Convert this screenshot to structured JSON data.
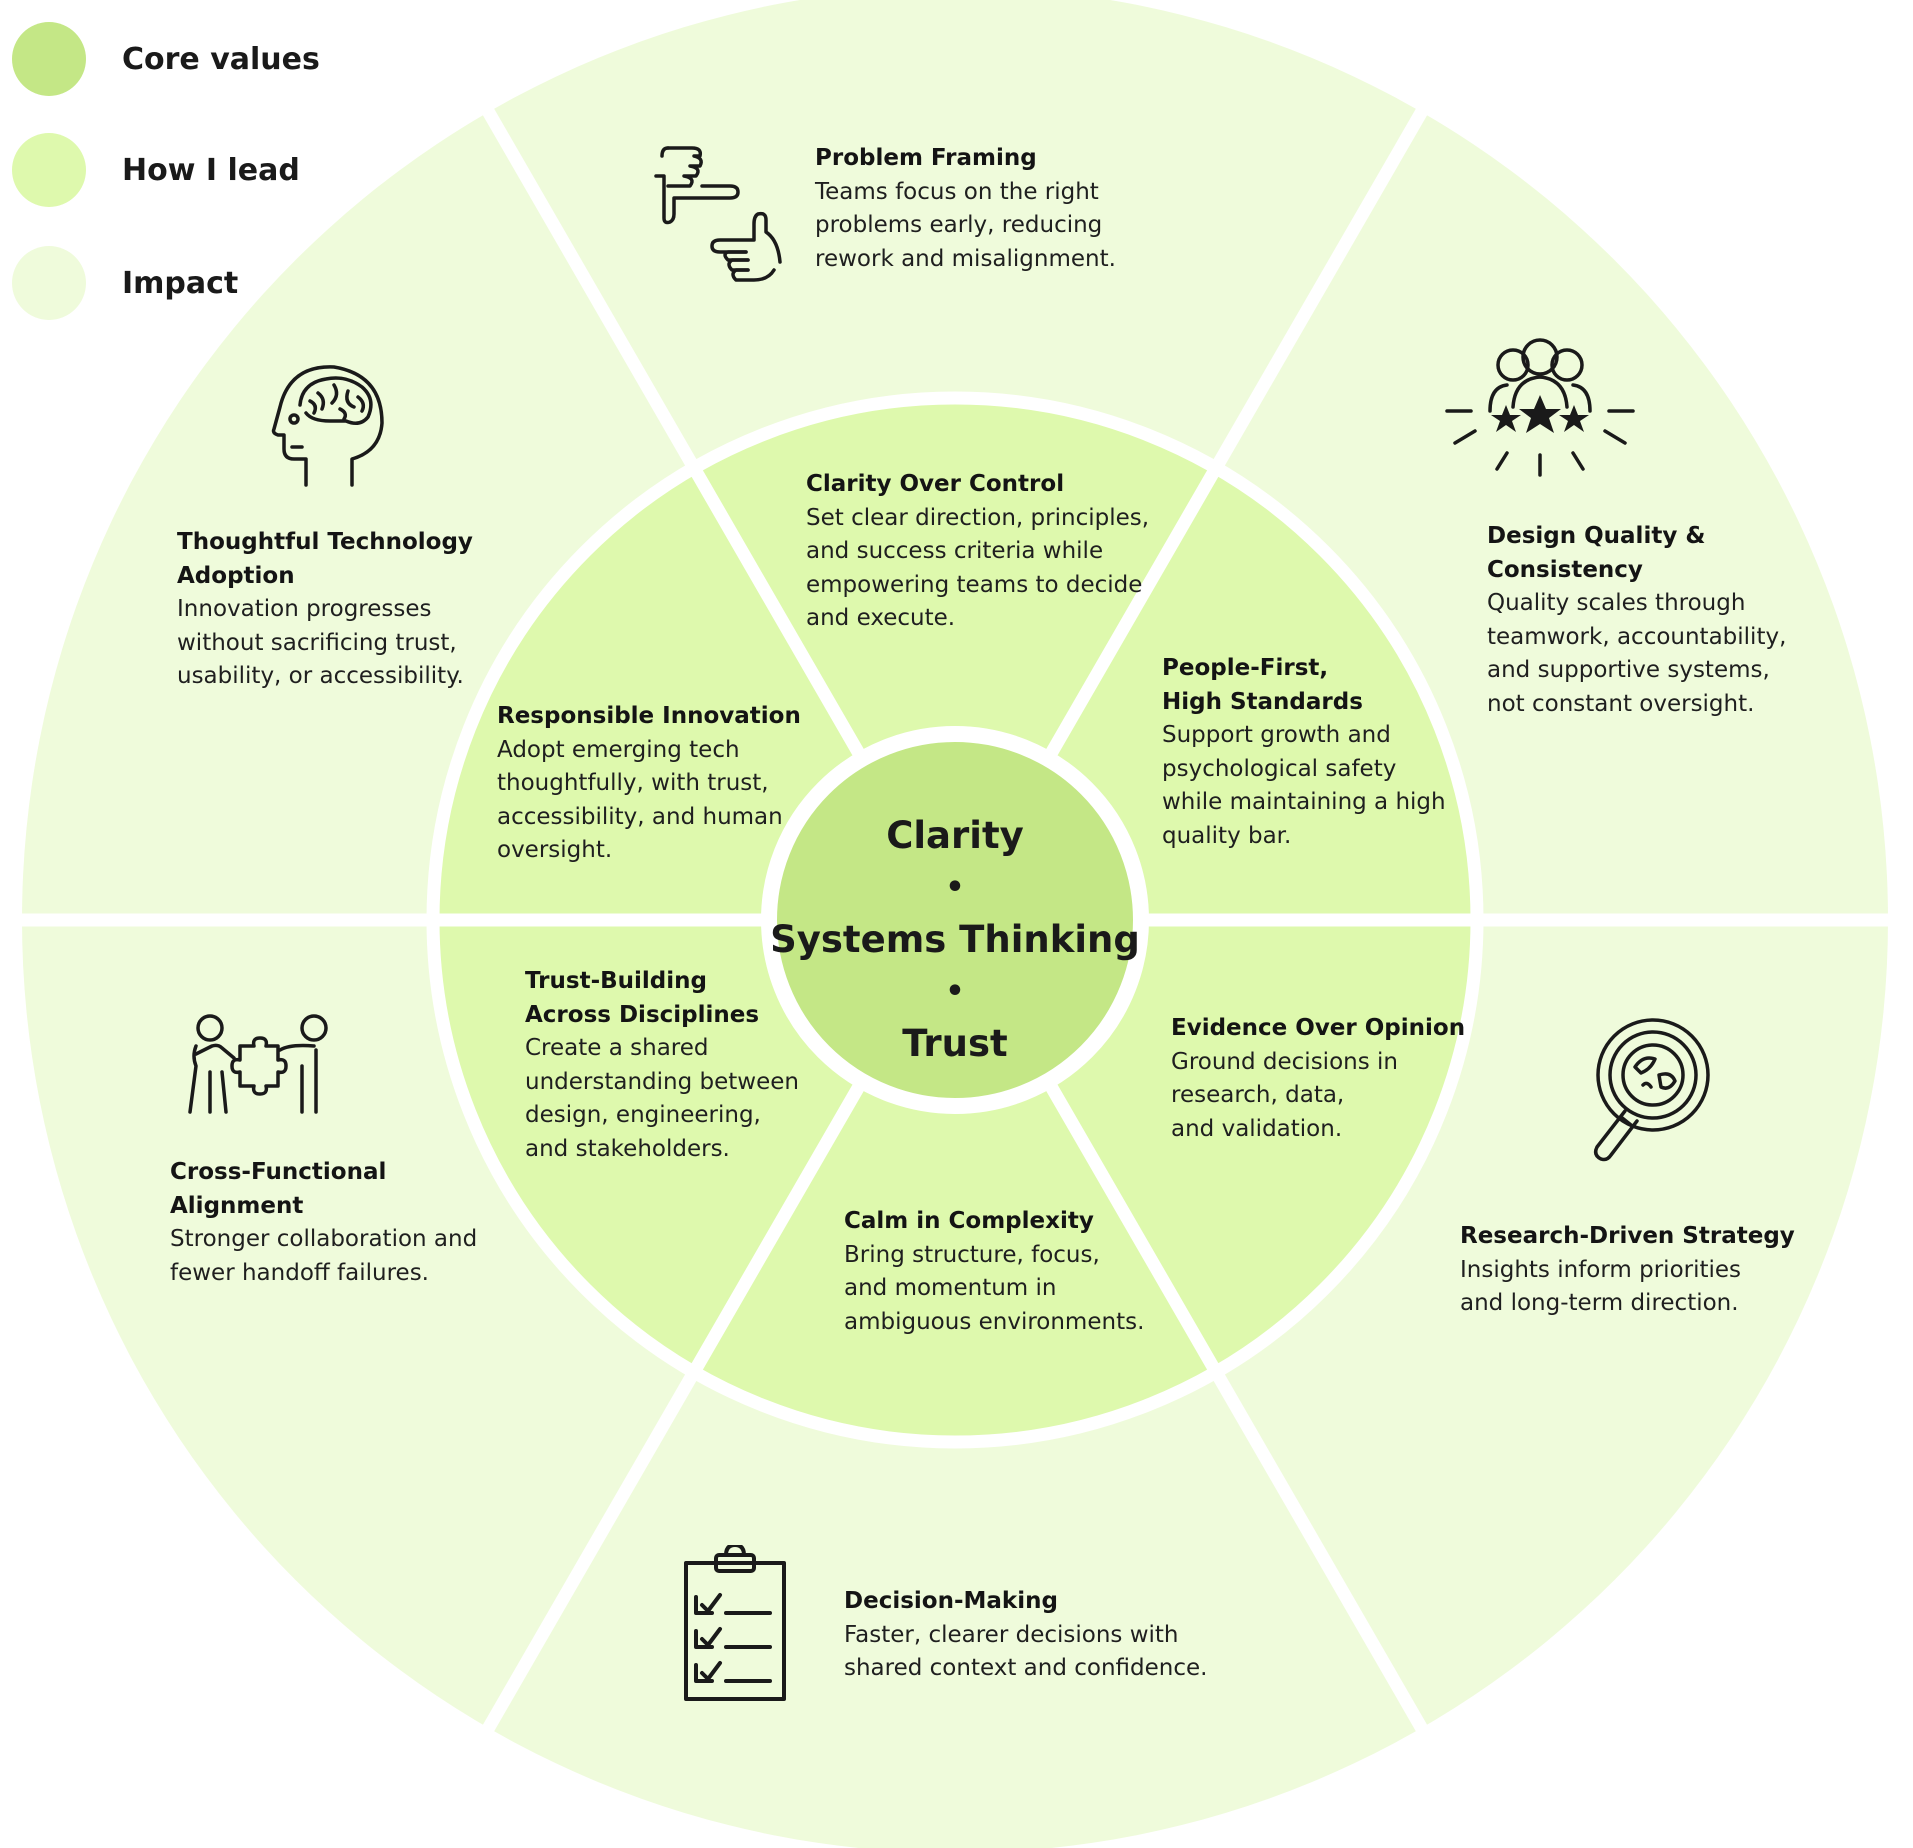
{
  "colors": {
    "core": "#c4e786",
    "lead": "#def9ad",
    "impact": "#effbdb",
    "divider": "#ffffff",
    "ink": "#1a1a1a"
  },
  "legend": [
    {
      "label": "Core values",
      "color": "#c4e786"
    },
    {
      "label": "How I lead",
      "color": "#def9ad"
    },
    {
      "label": "Impact",
      "color": "#effbdb"
    }
  ],
  "center": {
    "line1": "Clarity",
    "sep": "•",
    "line2": "Systems Thinking",
    "line3": "Trust"
  },
  "how_i_lead": {
    "clarity": {
      "title": "Clarity Over Control",
      "text": "Set clear direction, principles,\nand success criteria while\nempowering teams to decide\nand execute."
    },
    "people": {
      "title": "People-First,\nHigh Standards",
      "text": "Support growth and\npsychological safety\nwhile maintaining a high\nquality bar."
    },
    "evidence": {
      "title": "Evidence Over Opinion",
      "text": "Ground decisions in\nresearch, data,\nand validation."
    },
    "calm": {
      "title": "Calm in Complexity",
      "text": "Bring structure, focus,\nand momentum in\nambiguous environments."
    },
    "trust": {
      "title": "Trust-Building\nAcross Disciplines",
      "text": "Create a shared\nunderstanding between\ndesign, engineering,\nand stakeholders."
    },
    "innovation": {
      "title": "Responsible Innovation",
      "text": "Adopt emerging tech\nthoughtfully, with trust,\naccessibility, and human\noversight."
    }
  },
  "impact": {
    "problem": {
      "title": "Problem Framing",
      "text": "Teams focus on the right\nproblems early, reducing\nrework and misalignment.",
      "icon": "framing-hands-icon"
    },
    "quality": {
      "title": "Design Quality &\nConsistency",
      "text": "Quality scales through\nteamwork, accountability,\nand supportive systems,\nnot constant oversight.",
      "icon": "team-stars-icon"
    },
    "research": {
      "title": "Research-Driven Strategy",
      "text": "Insights inform priorities\nand long-term direction.",
      "icon": "magnifier-globe-icon"
    },
    "decision": {
      "title": "Decision-Making",
      "text": "Faster, clearer decisions with\nshared context and confidence.",
      "icon": "checklist-clipboard-icon"
    },
    "alignment": {
      "title": "Cross-Functional\nAlignment",
      "text": "Stronger collaboration and\nfewer handoff failures.",
      "icon": "puzzle-people-icon"
    },
    "technology": {
      "title": "Thoughtful Technology\nAdoption",
      "text": "Innovation progresses\nwithout sacrificing trust,\nusability, or accessibility.",
      "icon": "head-brain-icon"
    }
  }
}
